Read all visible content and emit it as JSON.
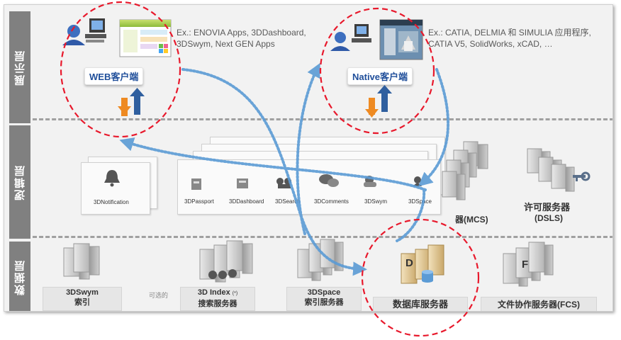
{
  "layers": {
    "presentation": "展示层",
    "logic": "逻辑层",
    "data": "数据层"
  },
  "web_client": {
    "label": "WEB客户端",
    "examples_line1": "Ex.: ENOVIA Apps, 3DDashboard,",
    "examples_line2": "3DSwym, Next GEN Apps"
  },
  "native_client": {
    "label": "Native客户端",
    "examples_line1": "Ex.: CATIA, DELMIA 和 SIMULIA 应用程序,",
    "examples_line2": "CATIA V5, SolidWorks, xCAD, …"
  },
  "logic_services": [
    "3DPassport",
    "3DDashboard",
    "3DSearch",
    "3DComments",
    "3DSwym",
    "3DSpace"
  ],
  "notification": "3DNotification",
  "mcs_label": "器(MCS)",
  "license_server": {
    "line1": "许可服务器",
    "line2": "(DSLS)"
  },
  "data_tier": {
    "swym_index": {
      "line1": "3DSwym",
      "line2": "索引"
    },
    "optional": "可选的",
    "index_line1": "3D Index",
    "index_mark": "(*)",
    "index_line2": "搜索服务器",
    "space_index": {
      "line1": "3DSpace",
      "line2": "索引服务器"
    },
    "db_server": "数据库服务器",
    "file_server": "文件协作服务器(FCS)",
    "db_letter": "D",
    "file_letter": "F"
  },
  "colors": {
    "highlight_circle": "#e8192c",
    "flow_arrow": "#5b9bd5",
    "up_arrow": "#2f5f9f",
    "down_arrow": "#ee8a22"
  }
}
